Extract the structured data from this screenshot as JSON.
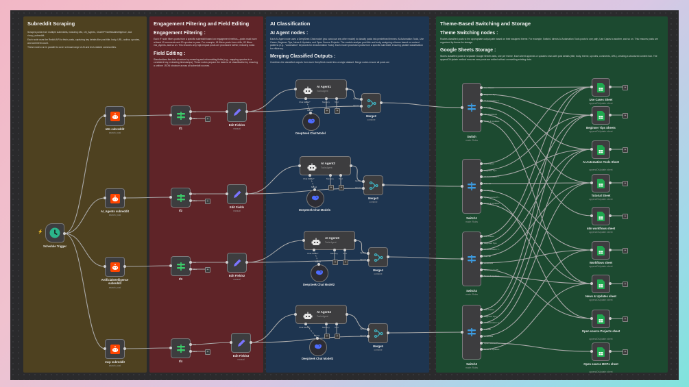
{
  "colors": {
    "brand_reddit": "#ff4500",
    "filter_green": "#3ccc6a",
    "edit_purple": "#7b74ff",
    "merge_teal": "#3fb3c2",
    "switch_blue": "#3d9be0",
    "sheets_green": "#1fa84f",
    "trigger_teal": "#2bb58a"
  },
  "stickies": [
    {
      "title": "Subreddit Scraping",
      "paragraphs": [
        "Scrapes posts from multiple subreddits, including n8n, chi_Agents, ChatGPT/Artificialintelligence, and r/mcp_subreddit.",
        "Each node uses the Reddit API to fetch posts, capturing key details like post title, body, URL, author, upvotes, and comment count.",
        "These nodes run in parallel to cover a broad range of AI and tech-related communities."
      ]
    },
    {
      "title": "Engagement Filtering and Field Editing",
      "h_a": "Engagement Filtering :",
      "p_a": "Each IF node filters posts from a specific subreddit based on engagement metrics—posts must have at least 10 comments and 20 upvotes to pass. For example, If1 filters posts from r/n8n, If2 filters r/AI_Agents, and so on. This ensures only high-impact posts are processed further, reducing noise.",
      "h_b": "Field Editing :",
      "p_b": "Standardizes the data structure by renaming and reformatting fields (e.g., mapping upvotes to a consistent key, extracting timestamps). These nodes prepare the data for AI classification by ensuring a uniform JSON structure across all subreddit sources."
    },
    {
      "title": "AI Classification",
      "h_a": "AI Agent nodes :",
      "p_a": "Each AI Agent node uses a DeepSeek Chat model (you cans use any other model) to classify posts into predefined themes: AI Automation Tools, Use Cases, Beginner Tips, News & Updates, and Open Source Projects. The models analyze post title and body, assigning a theme based on content patterns (e.g., \"automation\" keywords for AI Automation Tools). Each model processes posts from a specific subreddit, ensuring parallel classification for efficiency.",
      "h_b": "Merging Classified Outputs :",
      "p_b": "Combines the classified outputs from each DeepSeek model into a single dataset. Merge nodes ensure all posts are"
    },
    {
      "title": "Theme-Based Switching and Storage",
      "h_a": "Theme Switching nodes :",
      "p_a": "Routes classified posts to the appropriate output path based on their assigned theme. For example, Switch1 directs AI Automation Tools posts to one path, Use Cases to another, and so on. This ensures posts are organized by theme for storage.",
      "h_b": "Google Sheets Storage :",
      "p_b": "Stores classified posts in separate Google Sheets tabs, one per theme. Each sheet appends or updates rows with post details (title, body, theme, upvotes, comments, URL), creating a structured content hub. The appendOrUpdate method ensures new posts are added without overwriting existing data."
    }
  ],
  "trigger": {
    "label": "Schedule Trigger"
  },
  "reddit": [
    {
      "label": "n8n subreddit",
      "sub": "search: post"
    },
    {
      "label": "AI_Agents subreddit",
      "sub": "search: post"
    },
    {
      "label": "ArtificialIntelligence subreddit",
      "sub": "search: post"
    },
    {
      "label": "mcp subreddit",
      "sub": "search: post"
    }
  ],
  "ifs": [
    {
      "label": "If1"
    },
    {
      "label": "If2"
    },
    {
      "label": "If3"
    },
    {
      "label": "If4"
    }
  ],
  "if_outputs": {
    "true": "true",
    "false": "false"
  },
  "edits": [
    {
      "label": "Edit Fields1",
      "sub": "manual"
    },
    {
      "label": "Edit Fields",
      "sub": "manual"
    },
    {
      "label": "Edit Fields2",
      "sub": "manual"
    },
    {
      "label": "Edit Fields3",
      "sub": "manual"
    }
  ],
  "agents": [
    {
      "label": "AI Agent1",
      "sub": "Tools Agent"
    },
    {
      "label": "AI Agent2",
      "sub": "Tools Agent"
    },
    {
      "label": "AI Agent3",
      "sub": "Tools Agent"
    },
    {
      "label": "AI Agent4",
      "sub": "Tools Agent"
    }
  ],
  "agent_ports": {
    "chat": "Chat Model*",
    "memory": "Memory",
    "tool": "Tool",
    "model": "Model"
  },
  "models": [
    {
      "label": "DeepSeek Chat Model"
    },
    {
      "label": "DeepSeek Chat Model1"
    },
    {
      "label": "DeepSeek Chat Model2"
    },
    {
      "label": "DeepSeek Chat Model3"
    }
  ],
  "merges": [
    {
      "label": "Merge2",
      "sub": "combine"
    },
    {
      "label": "Merge3",
      "sub": "combine"
    },
    {
      "label": "Merge4",
      "sub": "combine"
    },
    {
      "label": "Merge5",
      "sub": "combine"
    }
  ],
  "merge_inputs": {
    "in1": "Input 1",
    "in2": "Input 2"
  },
  "switches": [
    {
      "label": "Switch",
      "sub": "mode: Rules",
      "outputs": [
        "Use Cases",
        "Beginner Tips",
        "AI Automation T...",
        "Tutorial",
        "n8n workflows",
        "News & Updates"
      ]
    },
    {
      "label": "Switch1",
      "sub": "mode: Rules",
      "outputs": [
        "Use Cases",
        "Beginner Tips",
        "AI Automation T...",
        "Tutorial",
        "workflows",
        "Open source Pr...",
        "News & Updates"
      ]
    },
    {
      "label": "Switch2",
      "sub": "mode: Rules",
      "outputs": [
        "Use Cases",
        "Beginner Tips",
        "AI Automation T...",
        "Tutorial",
        "workflows",
        "Open source Pr...",
        "News & Updates"
      ]
    },
    {
      "label": "Switch3",
      "sub": "mode: Rules",
      "outputs": [
        "Use Cases",
        "Beginner Tips",
        "AI Automation T...",
        "Tutorial",
        "workflows",
        "Open source Pr...",
        "News & Updates"
      ]
    }
  ],
  "sheets": [
    {
      "label": "Use Cases Sheet",
      "sub": "appendOrUpdate: sheet"
    },
    {
      "label": "Beginner Tips Sheets",
      "sub": "appendOrUpdate: sheet"
    },
    {
      "label": "AI Automation Tools Sheet",
      "sub": "appendOrUpdate: sheet"
    },
    {
      "label": "Tutorial Sheet",
      "sub": "appendOrUpdate: sheet"
    },
    {
      "label": "n8n workflows sheet",
      "sub": "appendOrUpdate: sheet"
    },
    {
      "label": "Workflows sheet",
      "sub": "appendOrUpdate: sheet"
    },
    {
      "label": "News & Updates sheet",
      "sub": "appendOrUpdate: sheet"
    },
    {
      "label": "Open source Projects sheet",
      "sub": "appendOrUpdate: sheet"
    },
    {
      "label": "Open source MCPs sheet",
      "sub": "appendOrUpdate: sheet"
    }
  ]
}
